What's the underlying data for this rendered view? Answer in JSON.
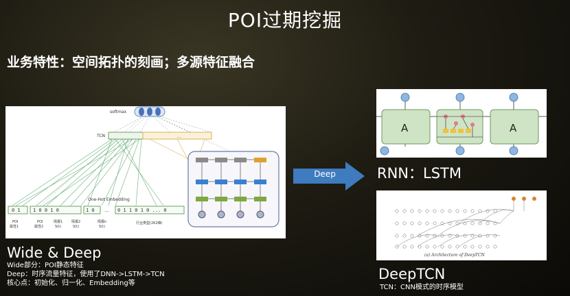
{
  "slide": {
    "title": "POI过期挖掘",
    "subtitle": "业务特性：空间拓扑的刻画；多源特征融合"
  },
  "wide_deep": {
    "caption": "Wide & Deep",
    "notes": [
      "Wide部分：POI静态特征",
      "Deep：时序流量特征，使用了DNN->LSTM->TCN",
      "核心点：初始化、归一化、Embedding等"
    ],
    "diagram": {
      "softmax_label": "softmax",
      "tcn_label": "TCN",
      "embedding_label": "One-Hot Embedding",
      "bits_1": "0  1",
      "bits_2": "1  0  0  1  0",
      "bits_3": "1  0",
      "bits_4": "0  1  1  0  1  0  ...  0",
      "ellipsis": "...",
      "feature_labels": [
        "POI\n属性1",
        "POI\n属性2",
        "情报1\nS(t)",
        "情报2\nS(t)",
        "情报n\nS(t)",
        "行业类型(262维)"
      ]
    }
  },
  "arrow": {
    "label": "Deep",
    "color": "#3e7bbf"
  },
  "rnn": {
    "caption": "RNN：LSTM",
    "cell_label": "A"
  },
  "deeptcn": {
    "caption": "DeepTCN",
    "note": "TCN：CNN模式的时序模型",
    "figure_caption": "(a) Architecture of DeepTCN"
  }
}
